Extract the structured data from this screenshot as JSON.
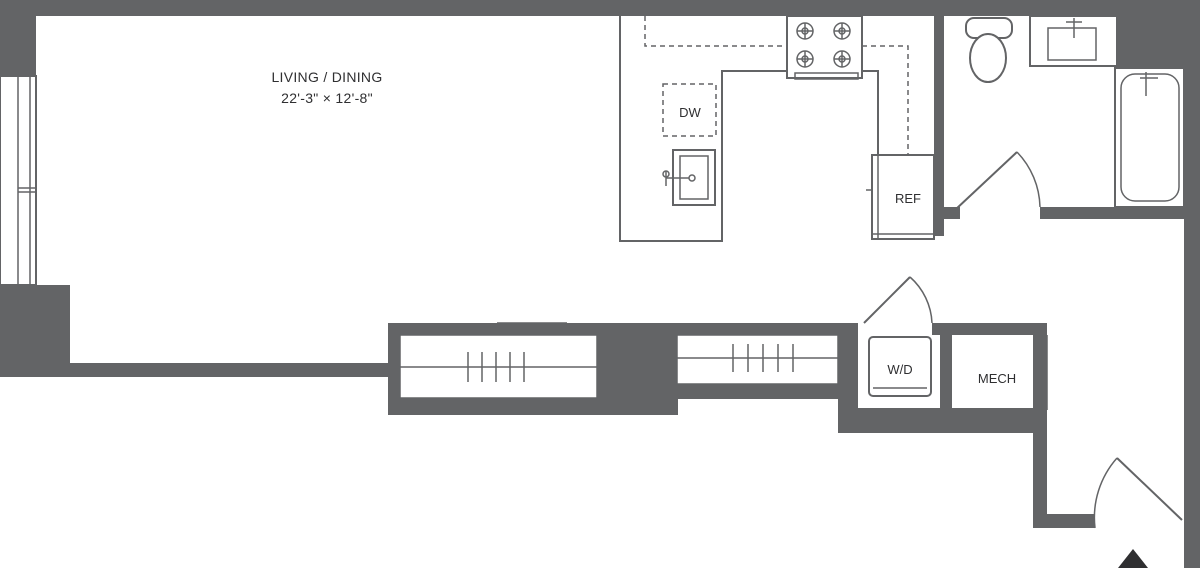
{
  "floor_plan": {
    "rooms": {
      "living_dining": {
        "name": "LIVING / DINING",
        "dimensions": "22'-3\" × 12'-8\""
      },
      "refrigerator": "REF",
      "dishwasher": "DW",
      "washer_dryer": "W/D",
      "mechanical": "MECH"
    },
    "colors": {
      "wall": "#636466",
      "background": "#ffffff"
    },
    "icons": [
      "entry-arrow-icon",
      "cooktop-icon",
      "toilet-icon",
      "bathtub-icon",
      "sink-icon"
    ]
  }
}
